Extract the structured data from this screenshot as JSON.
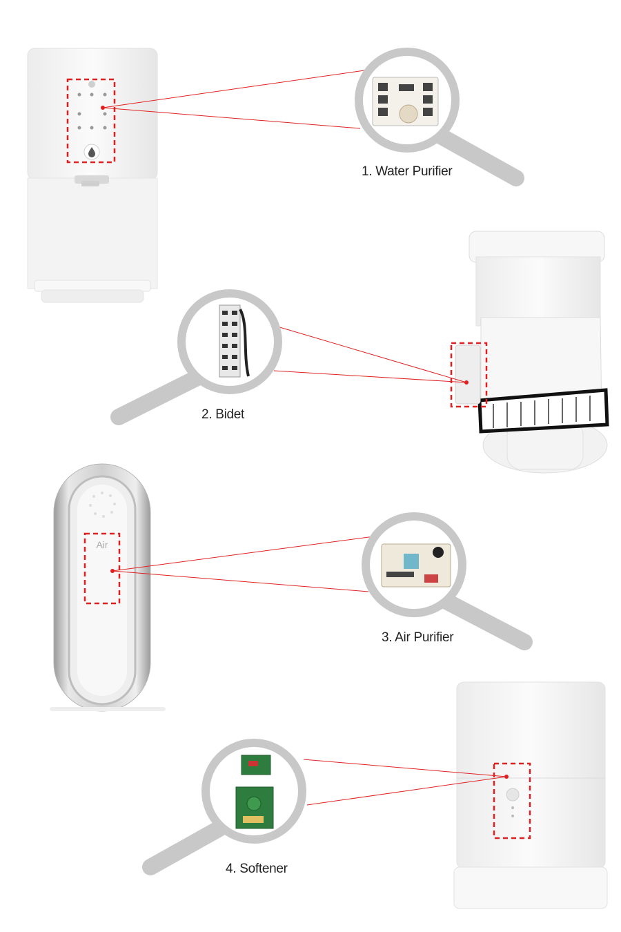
{
  "products": [
    {
      "label": "1. Water Purifier",
      "device_text": ""
    },
    {
      "label": "2. Bidet",
      "device_text": ""
    },
    {
      "label": "3. Air Purifier",
      "device_text": "Air"
    },
    {
      "label": "4. Softener",
      "device_text": ""
    }
  ],
  "colors": {
    "highlight_red": "#e02020",
    "magnifier_gray": "#c8c8c8",
    "device_white": "#f6f6f6",
    "device_outline": "#dddddd",
    "board_green": "#2e7d3e"
  },
  "icons": [
    "magnifier-icon",
    "water-drop-icon"
  ]
}
